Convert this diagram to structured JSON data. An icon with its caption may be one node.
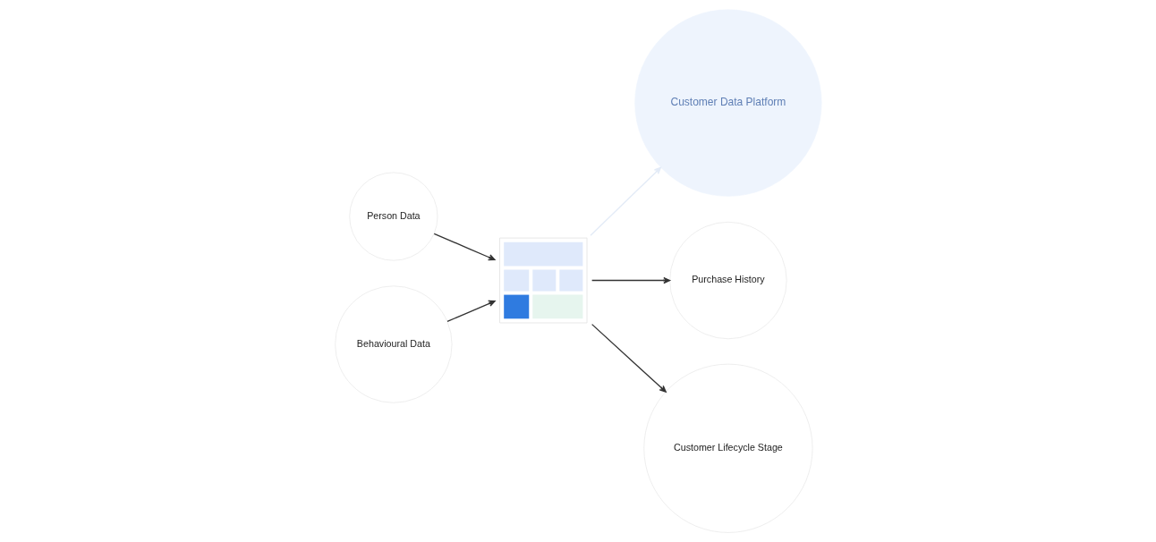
{
  "diagram": {
    "nodes": [
      {
        "text": [
          "Customer Data Platform"
        ]
      },
      {
        "text": [
          "Person Data"
        ]
      },
      {
        "text": [
          "Purchase History"
        ]
      },
      {
        "text": [],
        "shape": "picture"
      },
      {
        "text": [
          "Behavioural Data"
        ]
      },
      {
        "text": [
          "Customer Lifecycle Stage"
        ]
      }
    ],
    "edges": [
      {
        "from": 1,
        "to": 3,
        "arrow": "to"
      },
      {
        "from": 3,
        "to": 2,
        "arrow": "to"
      },
      {
        "from": 4,
        "to": 3,
        "arrow": "to"
      },
      {
        "from": 3,
        "to": 5,
        "arrow": "to"
      },
      {
        "from": 3,
        "to": 0,
        "arrow": "to",
        "color": "#e3ebf7"
      }
    ]
  }
}
